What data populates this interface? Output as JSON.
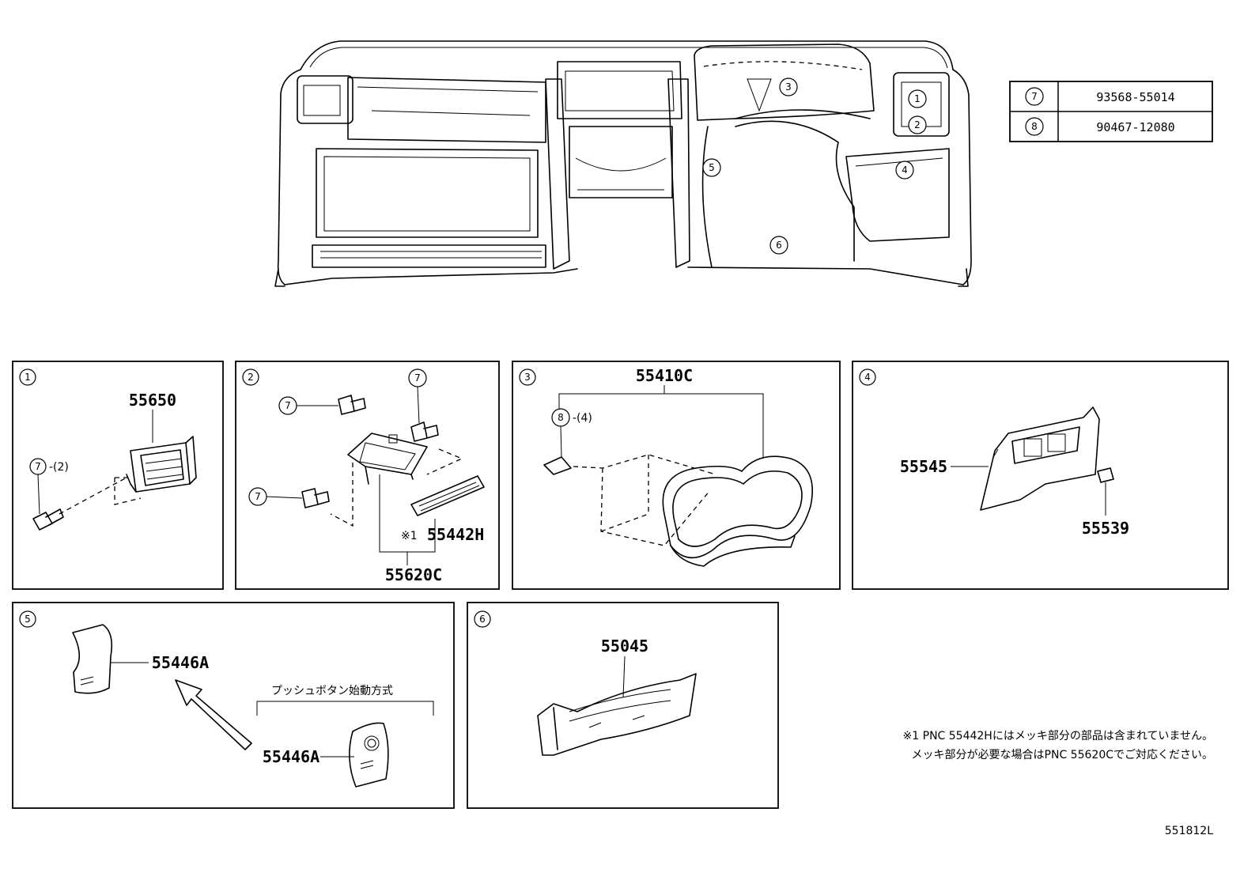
{
  "table": {
    "rows": [
      {
        "ref": "7",
        "part": "93568-55014"
      },
      {
        "ref": "8",
        "part": "90467-12080"
      }
    ]
  },
  "overview_callouts": [
    "1",
    "2",
    "3",
    "4",
    "5",
    "6"
  ],
  "panels": {
    "p1": {
      "num": "1",
      "parts": {
        "main": "55650"
      },
      "callouts": [
        {
          "ref": "7",
          "qty": "-(2)"
        }
      ]
    },
    "p2": {
      "num": "2",
      "parts": {
        "assy": "55620C",
        "cover": "55442H",
        "mark": "※1"
      },
      "callouts": [
        {
          "ref": "7"
        },
        {
          "ref": "7"
        },
        {
          "ref": "7"
        }
      ]
    },
    "p3": {
      "num": "3",
      "parts": {
        "main": "55410C"
      },
      "callouts": [
        {
          "ref": "8",
          "qty": "-(4)"
        }
      ]
    },
    "p4": {
      "num": "4",
      "parts": {
        "panel": "55545",
        "clip": "55539"
      }
    },
    "p5": {
      "num": "5",
      "parts": {
        "upper": "55446A",
        "lower": "55446A"
      },
      "caption": "プッシュボタン始動方式"
    },
    "p6": {
      "num": "6",
      "parts": {
        "main": "55045"
      }
    }
  },
  "note": {
    "line1": "※1 PNC 55442Hにはメッキ部分の部品は含まれていません。",
    "line2": "メッキ部分が必要な場合はPNC 55620Cでご対応ください。"
  },
  "diagram_code": "551812L"
}
